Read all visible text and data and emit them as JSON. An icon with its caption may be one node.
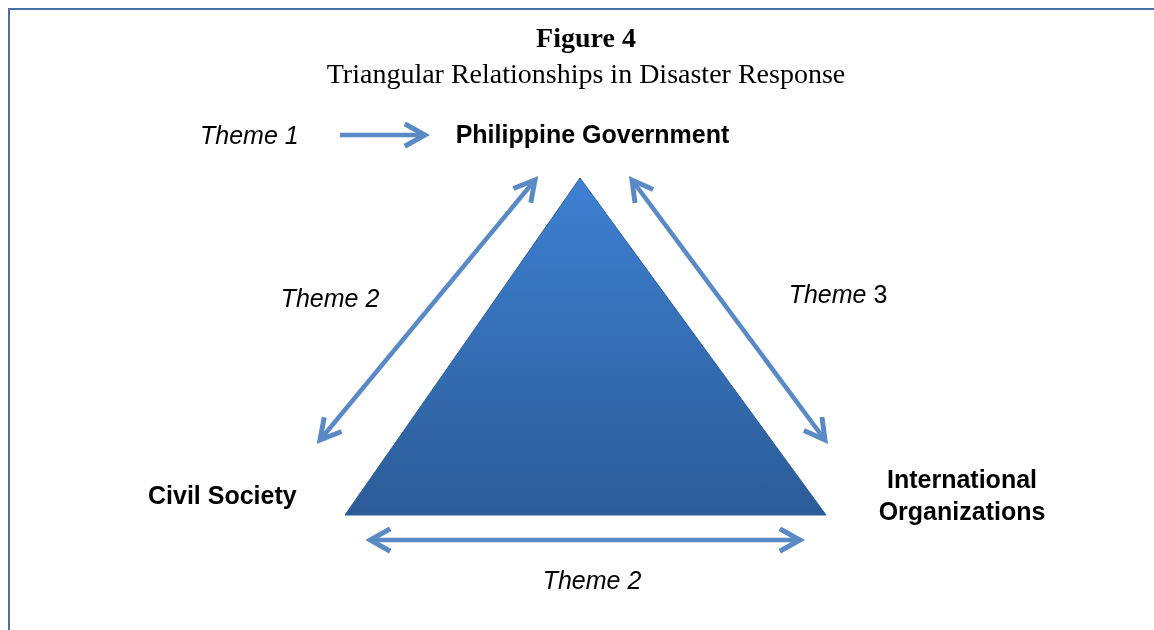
{
  "diagram": {
    "title": "Figure 4",
    "caption": "Triangular Relationships in Disaster Response",
    "nodes": [
      {
        "text": [
          "Philippine Government"
        ]
      },
      {
        "text": [
          "Civil Society"
        ]
      },
      {
        "text": [
          "International Organizations"
        ]
      },
      {
        "text": [
          "Theme 1"
        ]
      }
    ],
    "edges": [
      {
        "from": 3,
        "to": 0,
        "arrow": "to"
      },
      {
        "from": 0,
        "to": 1,
        "arrow": "both",
        "label": "Theme 2"
      },
      {
        "from": 0,
        "to": 2,
        "arrow": "both",
        "label": "*Theme* 3"
      },
      {
        "from": 1,
        "to": 2,
        "arrow": "both",
        "label": "Theme 2"
      }
    ]
  }
}
